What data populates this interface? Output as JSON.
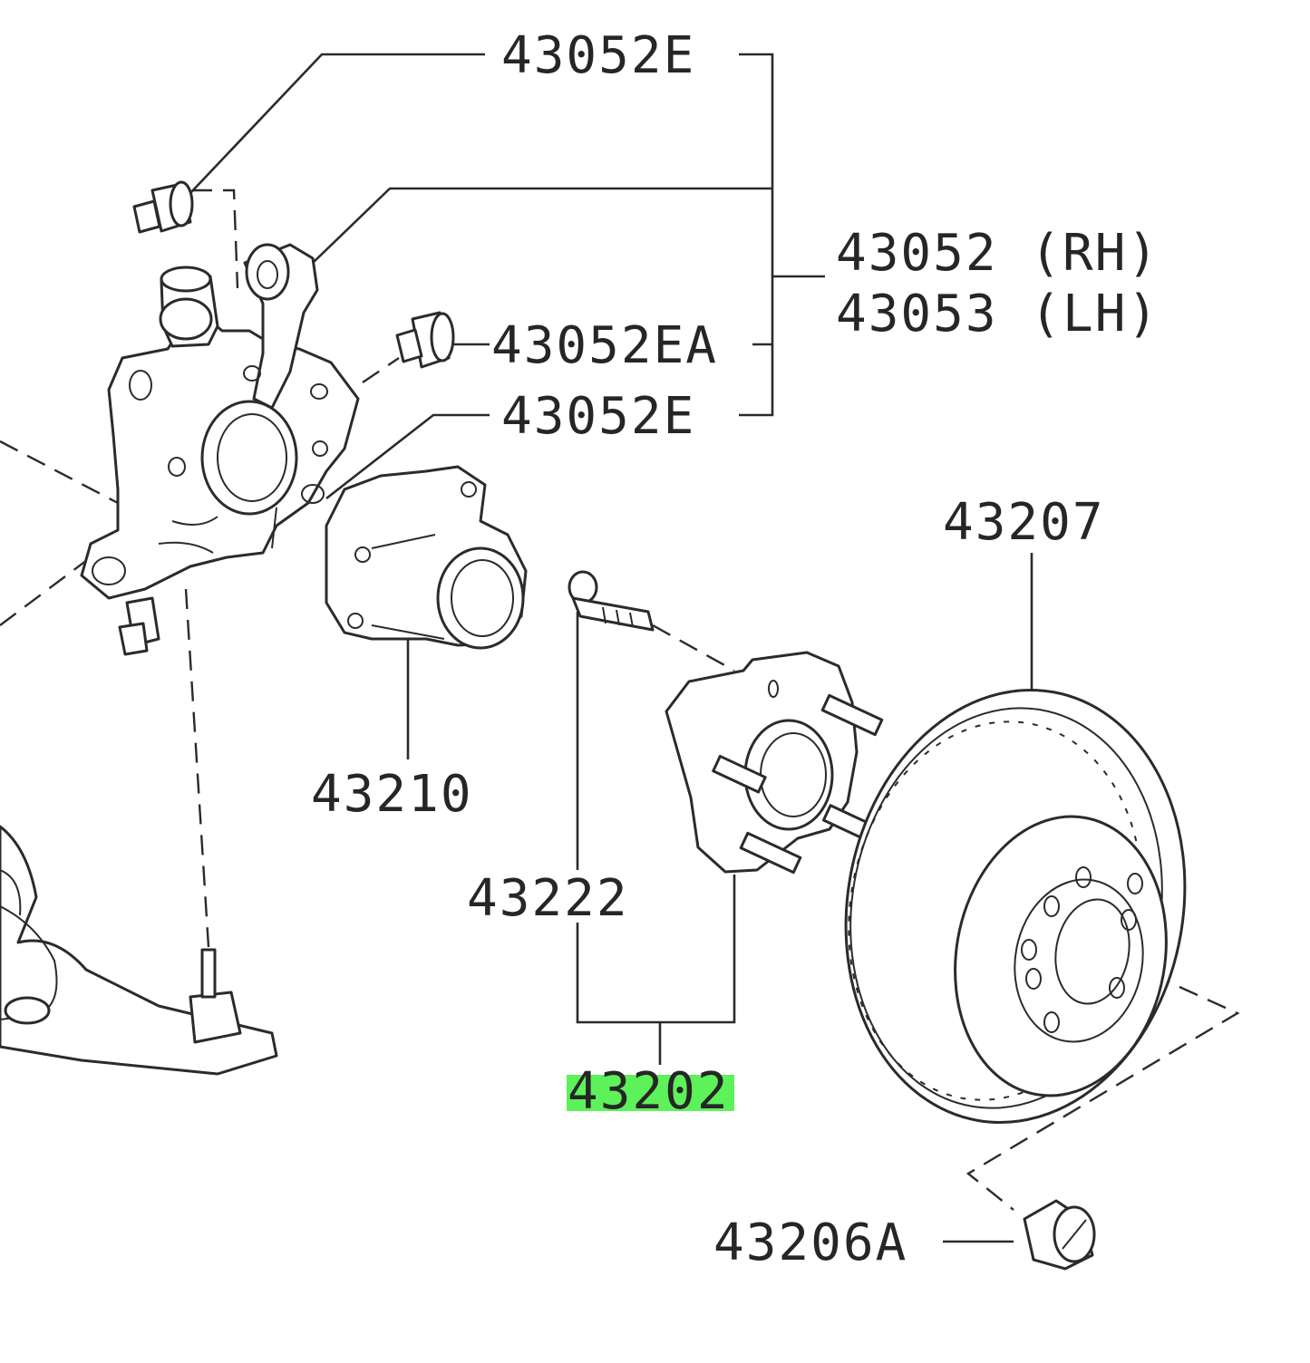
{
  "labels": {
    "bushing_upper": "43052E",
    "knuckle_rh": "43052 (RH)",
    "knuckle_lh": "43053 (LH)",
    "bushing_side": "43052EA",
    "bushing_lower": "43052E",
    "hub_bearing": "43210",
    "rotor": "43207",
    "bolt": "43222",
    "hub_assembly": "43202",
    "plug": "43206A"
  },
  "highlight": {
    "part": "43202",
    "color": "#5ef25a"
  },
  "colors": {
    "line": "#2b2b2b",
    "text": "#262626",
    "background": "#ffffff"
  }
}
